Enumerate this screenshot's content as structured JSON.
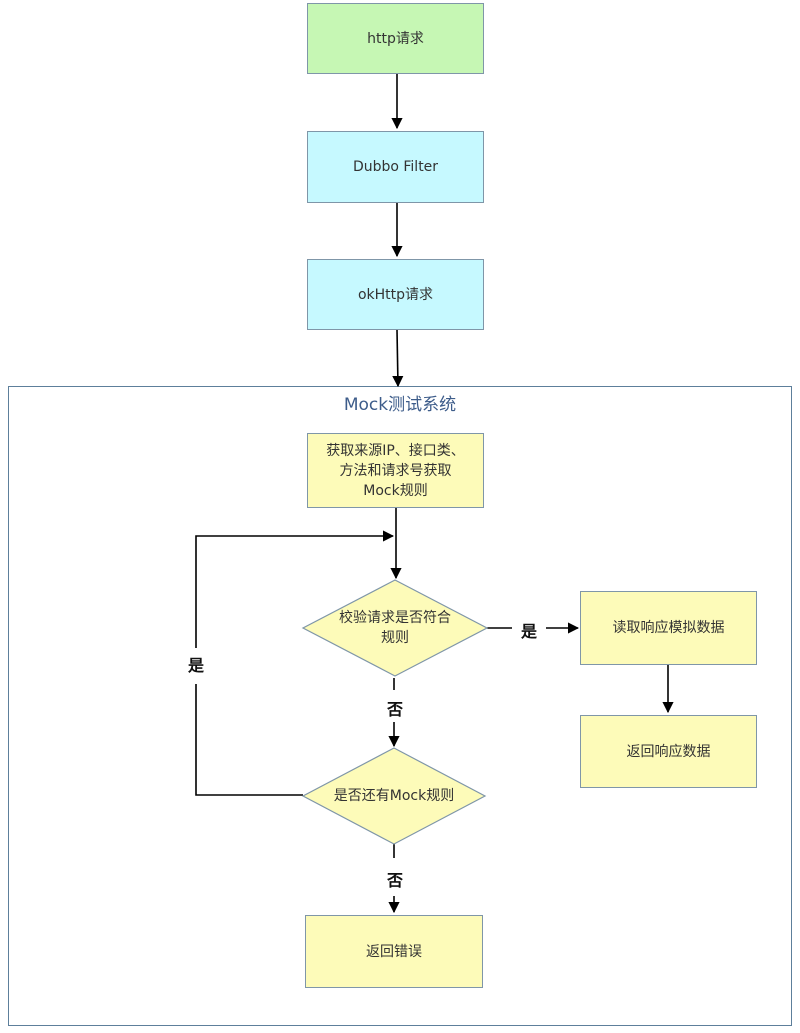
{
  "nodes": {
    "http_request": "http请求",
    "dubbo_filter": "Dubbo Filter",
    "okhttp_request": "okHttp请求",
    "get_rules": "获取来源IP、接口类、方法和请求号获取Mock规则",
    "check_rule": "校验请求是否符合规则",
    "read_mock": "读取响应模拟数据",
    "return_data": "返回响应数据",
    "more_rules": "是否还有Mock规则",
    "return_error": "返回错误"
  },
  "container": {
    "title": "Mock测试系统"
  },
  "edges": {
    "check_yes": "是",
    "check_no": "否",
    "more_yes": "是",
    "more_no": "否"
  },
  "colors": {
    "green": "#c6f7b4",
    "cyan": "#c6f9ff",
    "yellow": "#fdfbb9",
    "border": "#7f96a8",
    "title": "#3d5c8a"
  }
}
